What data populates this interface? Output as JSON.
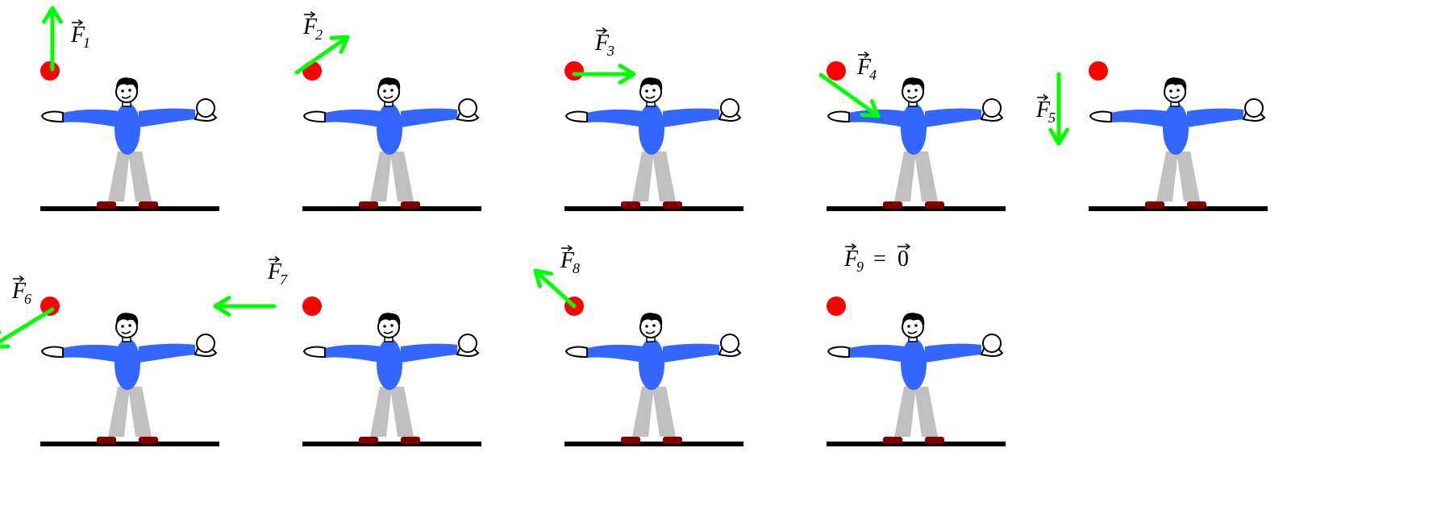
{
  "colors": {
    "background": "#ffffff",
    "arrow": "#00ff00",
    "ball": "#ff0000",
    "shirt": "#3366ff",
    "pants": "#c0c0c0",
    "shoes": "#800000",
    "ground": "#000000",
    "skin": "#ffffff",
    "hair": "#000000",
    "text": "#000000"
  },
  "forces": [
    {
      "letter": "F",
      "index": "1",
      "equals": "",
      "rhs": "",
      "icon": "arrow-up-icon"
    },
    {
      "letter": "F",
      "index": "2",
      "equals": "",
      "rhs": "",
      "icon": "arrow-up-right-icon"
    },
    {
      "letter": "F",
      "index": "3",
      "equals": "",
      "rhs": "",
      "icon": "arrow-right-icon"
    },
    {
      "letter": "F",
      "index": "4",
      "equals": "",
      "rhs": "",
      "icon": "arrow-down-right-icon"
    },
    {
      "letter": "F",
      "index": "5",
      "equals": "",
      "rhs": "",
      "icon": "arrow-down-icon"
    },
    {
      "letter": "F",
      "index": "6",
      "equals": "",
      "rhs": "",
      "icon": "arrow-down-left-icon"
    },
    {
      "letter": "F",
      "index": "7",
      "equals": "",
      "rhs": "",
      "icon": "arrow-left-icon"
    },
    {
      "letter": "F",
      "index": "8",
      "equals": "",
      "rhs": "",
      "icon": "arrow-up-left-icon"
    },
    {
      "letter": "F",
      "index": "9",
      "equals": "=",
      "rhs": "0",
      "icon": ""
    }
  ]
}
